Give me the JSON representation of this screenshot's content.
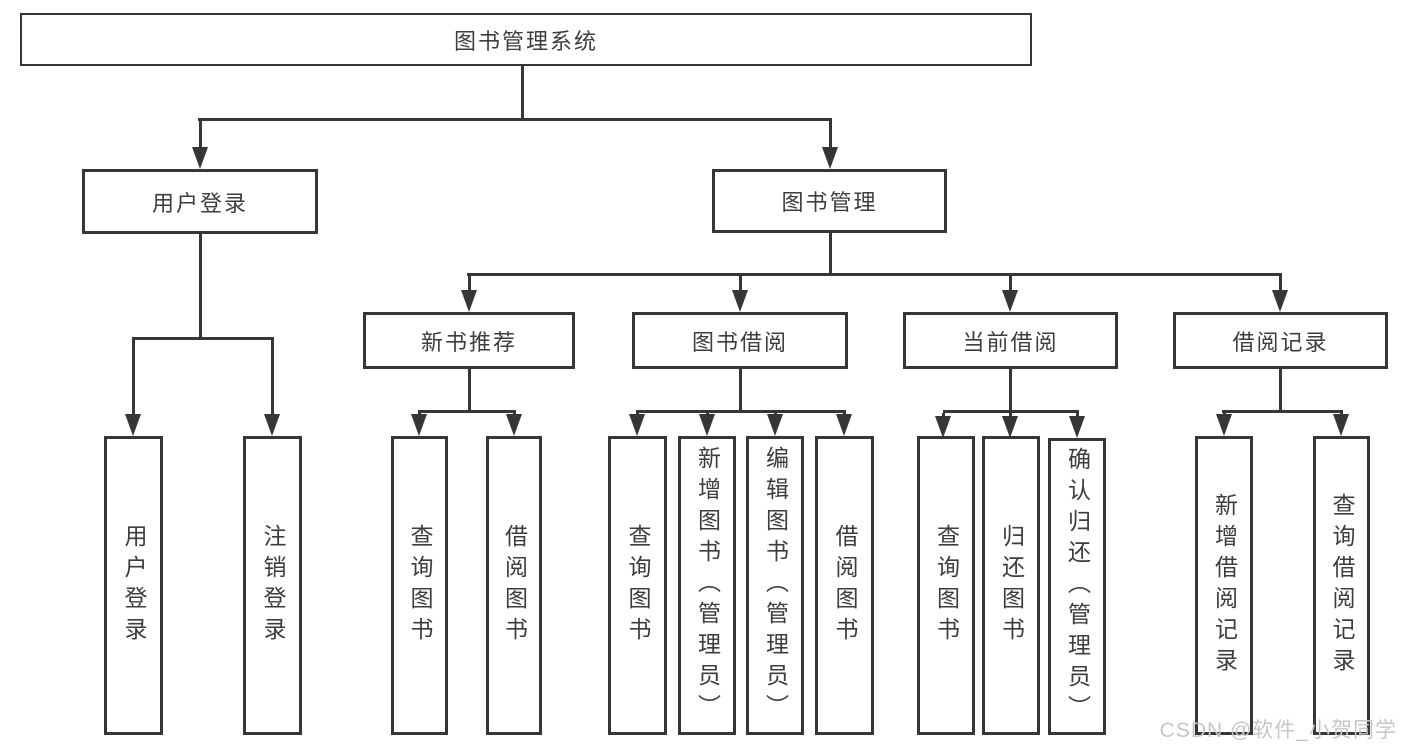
{
  "tree": {
    "label": "图书管理系统",
    "children": [
      {
        "label": "用户登录",
        "children": [
          {
            "label": "用户登录"
          },
          {
            "label": "注销登录"
          }
        ]
      },
      {
        "label": "图书管理",
        "children": [
          {
            "label": "新书推荐",
            "children": [
              {
                "label": "查询图书"
              },
              {
                "label": "借阅图书"
              }
            ]
          },
          {
            "label": "图书借阅",
            "children": [
              {
                "label": "查询图书"
              },
              {
                "label": "新增图书（管理员）"
              },
              {
                "label": "编辑图书（管理员）"
              },
              {
                "label": "借阅图书"
              }
            ]
          },
          {
            "label": "当前借阅",
            "children": [
              {
                "label": "查询图书"
              },
              {
                "label": "归还图书"
              },
              {
                "label": "确认归还（管理员）"
              }
            ]
          },
          {
            "label": "借阅记录",
            "children": [
              {
                "label": "新增借阅记录"
              },
              {
                "label": "查询借阅记录"
              }
            ]
          }
        ]
      }
    ]
  },
  "watermark": {
    "text": "CSDN @软件_小贺同学"
  },
  "colors": {
    "line": "#363636",
    "text": "#3d3d3d",
    "background": "#ffffff",
    "watermark": "#c6c6c6"
  }
}
